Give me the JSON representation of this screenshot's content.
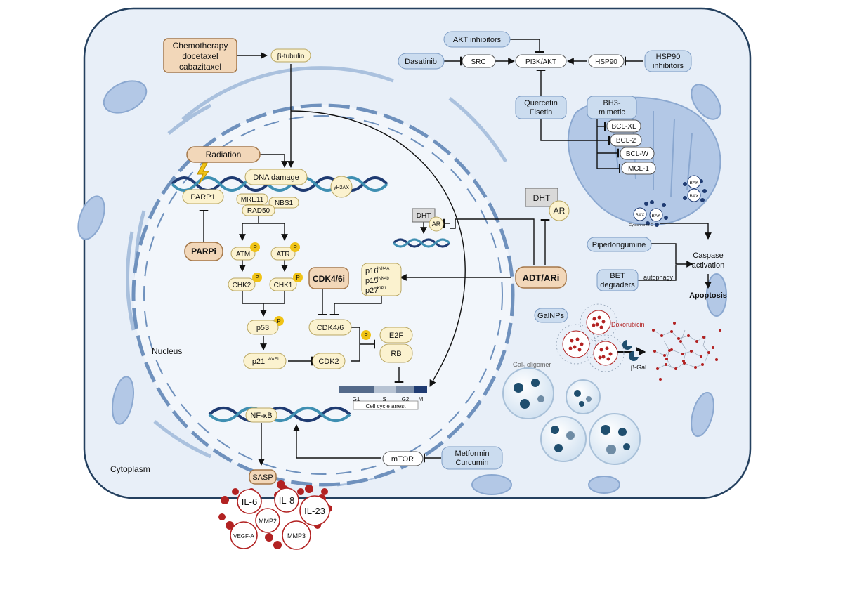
{
  "colors": {
    "cell_fill": "#e8eff8",
    "cell_stroke": "#24405f",
    "nucleus_stroke": "#6f91bd",
    "drug_fill": "#cbdcef",
    "drug_stroke": "#7d9cc4",
    "treat_fill": "#f2d7b9",
    "treat_stroke": "#a47749",
    "protein_fill": "#fbf2cf",
    "protein_stroke": "#b9a763",
    "phospho_fill": "#f0c316",
    "mito_fill": "#b3c8e6",
    "sasp_red": "#b22222",
    "dna_dark": "#1f3b72",
    "dna_teal": "#3f8fb2"
  },
  "regions": {
    "nucleus": "Nucleus",
    "cytoplasm": "Cytoplasm"
  },
  "labels": {
    "chemo": [
      "Chemotherapy",
      "docetaxel",
      "cabazitaxel"
    ],
    "beta_tubulin": "β-tubulin",
    "akt_inhibitors": "AKT inhibitors",
    "dasatinib": "Dasatinib",
    "src": "SRC",
    "pi3k_akt": "PI3K/AKT",
    "hsp90": "HSP90",
    "hsp90_inhibitors": [
      "HSP90",
      "inhibitors"
    ],
    "quercetin_fisetin": [
      "Quercetin",
      "Fisetin"
    ],
    "bh3_mimetic": [
      "BH3-",
      "mimetic"
    ],
    "bcl_xl": "BCL-XL",
    "bcl_2": "BCL-2",
    "bcl_w": "BCL-W",
    "mcl_1": "MCL-1",
    "bak": "BAK",
    "bax": "BAX",
    "cytochrome_c": "Cytochrome C",
    "radiation": "Radiation",
    "dna_damage": "DNA damage",
    "gamma_h2ax": "γH2AX",
    "parp1": "PARP1",
    "mre11": "MRE11",
    "nbs1": "NBS1",
    "rad50": "RAD50",
    "parpi": "PARPi",
    "atm": "ATM",
    "atr": "ATR",
    "chk2": "CHK2",
    "chk1": "CHK1",
    "p53": "p53",
    "p21": "p21",
    "p21_sup": "WAF1",
    "cdk2": "CDK2",
    "cdk46i": "CDK4/6i",
    "cdk46": "CDK4/6",
    "p16": "p16",
    "p16_sup": "INK4A",
    "p15": "p15",
    "p15_sup": "INK4b",
    "p27": "p27",
    "p27_sup": "KIP1",
    "e2f": "E2F",
    "rb": "RB",
    "phospho": "P",
    "dht": "DHT",
    "ar": "AR",
    "adt_ari": "ADT/ARi",
    "piperlongumine": "Piperlongumine",
    "caspase": [
      "Caspase",
      "activation"
    ],
    "bet_degraders": [
      "BET",
      "degraders"
    ],
    "autophagy": "autophagy",
    "apoptosis": "Apoptosis",
    "galnps": "GalNPs",
    "doxorubicin": "Doxorubicin",
    "gal_oligomer_prefix": "Gal",
    "gal_oligomer_sub": "6",
    "gal_oligomer_suffix": " oligomer",
    "beta_gal": "β-Gal",
    "cell_cycle_phases": [
      "G1",
      "S",
      "G2",
      "M"
    ],
    "cell_cycle_arrest": "Cell cycle arrest",
    "nfkb": "NF-κB",
    "mtor": "mTOR",
    "metformin_curcumin": [
      "Metformin",
      "Curcumin"
    ],
    "sasp": "SASP",
    "il6": "IL-6",
    "il8": "IL-8",
    "il23": "IL-23",
    "mmp2": "MMP2",
    "mmp3": "MMP3",
    "vegfa": "VEGF-A"
  }
}
